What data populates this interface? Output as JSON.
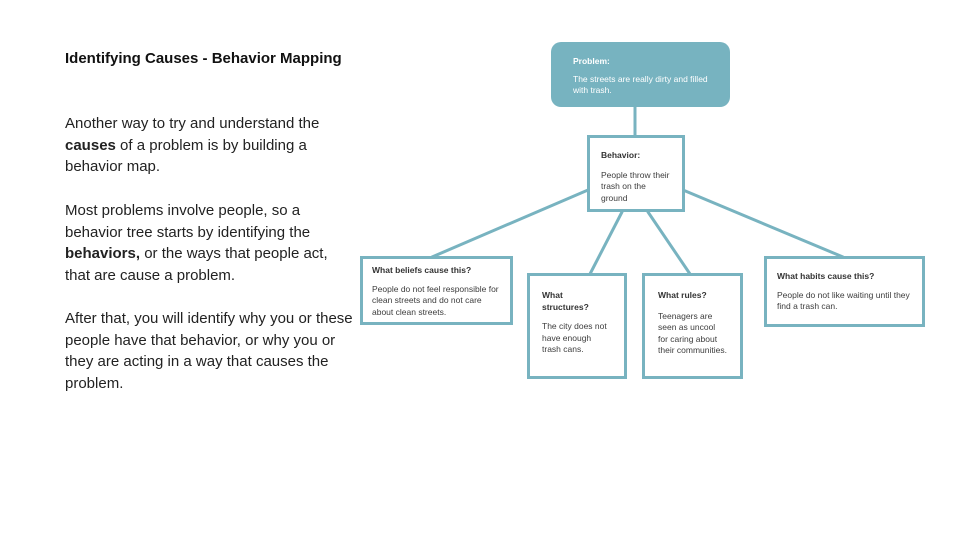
{
  "left": {
    "title": "Identifying Causes - Behavior Mapping",
    "p1": {
      "a": "Another way to try and understand the ",
      "b": "causes",
      "c": " of a problem is by building a behavior map."
    },
    "p2": {
      "a": "Most problems involve people, so a behavior tree starts by identifying the ",
      "b": "behaviors,",
      "c": " or the ways that people act,  that are cause a problem."
    },
    "p3": "After that, you will identify why you or these people have that behavior, or why you or they are acting in a way that causes the problem."
  },
  "diagram": {
    "colors": {
      "accent": "#78b3c0",
      "text": "#3d3d3d"
    },
    "problem": {
      "heading": "Problem:",
      "text": "The streets are really dirty and filled with trash."
    },
    "behavior": {
      "heading": "Behavior:",
      "text": "People throw their trash on the ground"
    },
    "beliefs": {
      "heading": "What beliefs cause this?",
      "text": "People do not feel responsible for clean streets and do not care about clean streets."
    },
    "structures": {
      "heading": "What structures?",
      "text": "The city does not have enough trash cans."
    },
    "rules": {
      "heading": "What rules?",
      "text": "Teenagers are seen as uncool for caring about their communities."
    },
    "habits": {
      "heading": "What habits cause this?",
      "text": "People do not like waiting until they find a trash can."
    }
  }
}
